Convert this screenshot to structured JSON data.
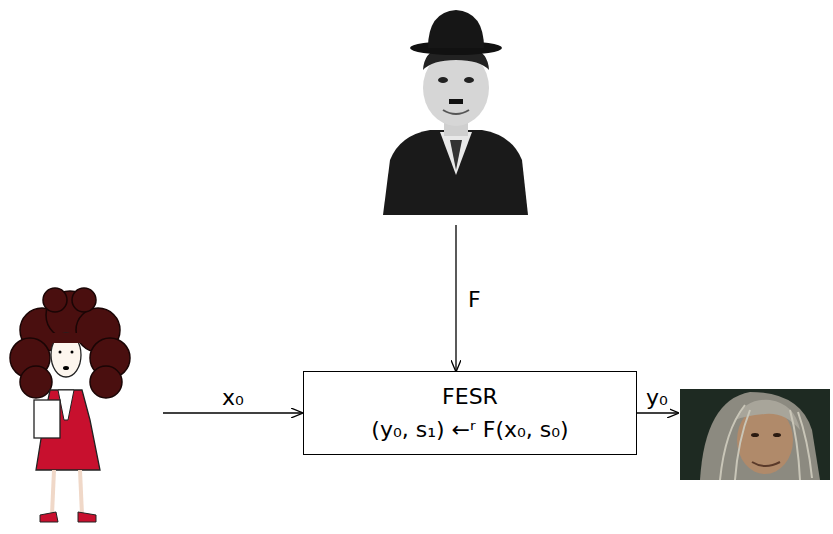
{
  "diagram": {
    "nodes": [
      {
        "text": [
          "FESR",
          "(y₀, s₁) ←ʳ F(x₀, s₀)"
        ]
      }
    ],
    "labels": [
      "x₀",
      "F",
      "y₀"
    ]
  }
}
